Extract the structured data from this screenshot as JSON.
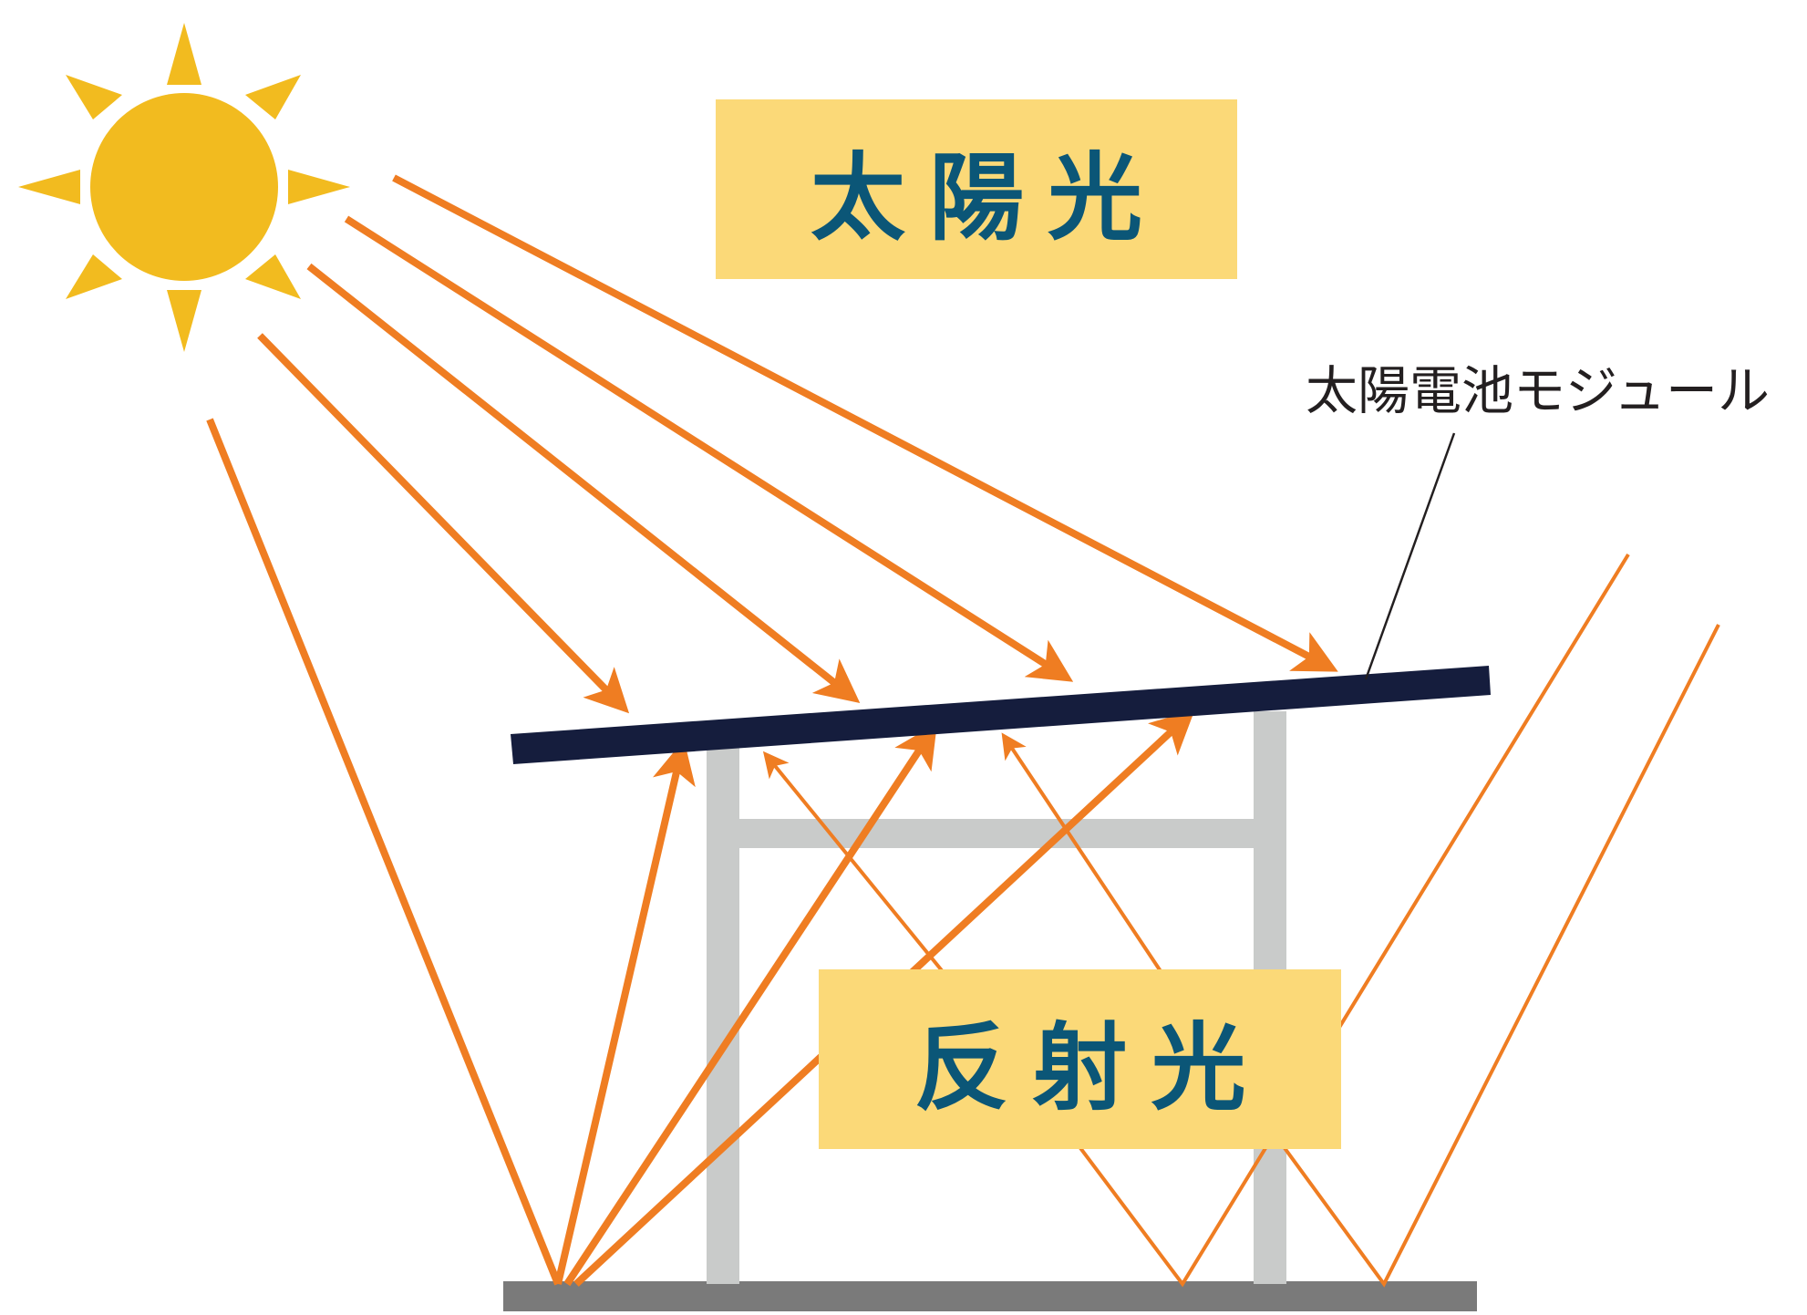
{
  "labels": {
    "sunlight": "太陽光",
    "reflected_light": "反射光",
    "solar_module": "太陽電池モジュール"
  },
  "icons": {
    "sun": "sun-icon"
  },
  "colors": {
    "sun": "#f2bb1f",
    "ray": "#ef7d22",
    "label_box": "#fbd978",
    "label_text": "#0b5677",
    "panel": "#151d3d",
    "frame": "#c9cbca",
    "ground": "#7a7a7a",
    "leader_line": "#231f20",
    "module_label_text": "#231f20"
  }
}
